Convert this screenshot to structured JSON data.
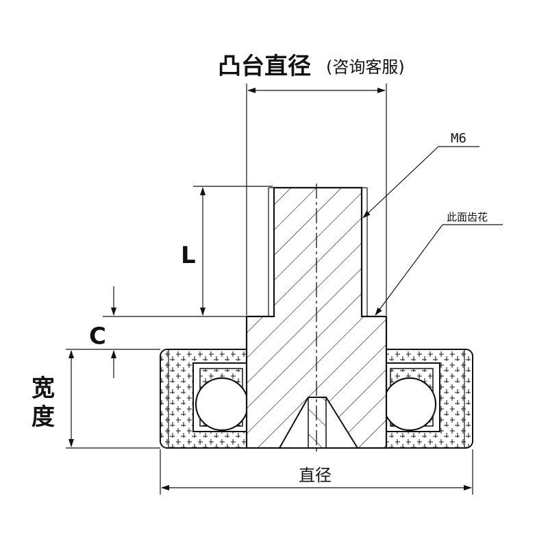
{
  "title": {
    "main": "凸台直径",
    "sub": "(咨询客服)"
  },
  "labels": {
    "thread": "M6",
    "knurl": "此面齿花",
    "length": "L",
    "clearance": "C",
    "width_line1": "宽",
    "width_line2": "度",
    "diameter": "直径"
  },
  "colors": {
    "line": "#111111",
    "background": "#ffffff"
  }
}
